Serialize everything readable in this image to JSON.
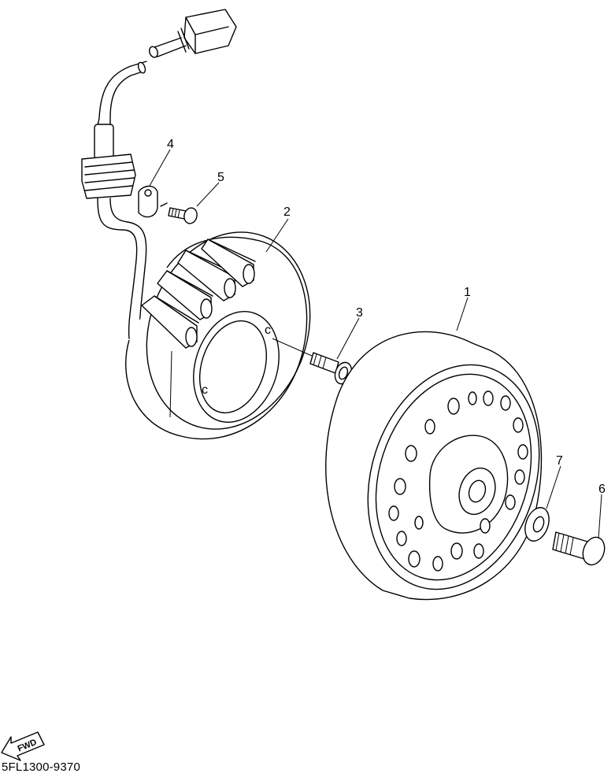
{
  "callouts": {
    "p1": "1",
    "p2": "2",
    "p3": "3",
    "p4": "4",
    "p5": "5",
    "p6": "6",
    "p7": "7"
  },
  "fwd_label": "FWD",
  "doc_code": "5FL1300-9370"
}
